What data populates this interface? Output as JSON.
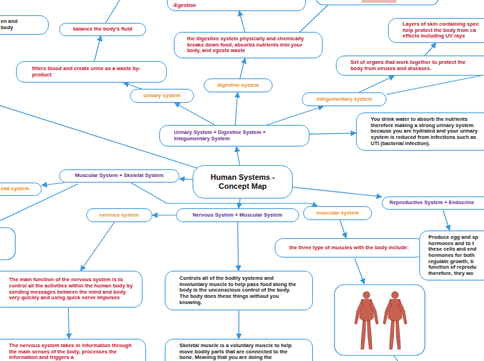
{
  "diagram": {
    "nodes": [
      {
        "text": [
          "-Egestion"
        ]
      },
      {
        "text": [
          "en and body"
        ]
      },
      {
        "text": [
          "balance the body's fluid"
        ]
      },
      {
        "text": [
          "Layers of skin containing spec help protect the body from ca effects including UV rays"
        ]
      },
      {
        "text": [
          "the digestive system physically and chemically breaks down food, absorbs nutrients into your body, and egests waste"
        ]
      },
      {
        "text": [
          "Set of organs that work together to protect the body from viruses and diseases."
        ]
      },
      {
        "text": [
          "filters blood and create urine as a waste by-product"
        ]
      },
      {
        "text": [
          "digestive system"
        ]
      },
      {
        "text": [
          "urinary system"
        ]
      },
      {
        "text": [
          "integumentary system"
        ]
      },
      {
        "text": [
          "You drink water to absorb the nutrients therefore making a strong urinary system because you are hydrated and your urinary system is reduced from infections such as UTI (bacterial infection)."
        ]
      },
      {
        "text": [
          "Urinary System + Digestive System + Integumentary System"
        ]
      },
      {
        "text": [
          "Human Systems - Concept Map"
        ]
      },
      {
        "text": [
          "Muscular System + Skeletal System"
        ]
      },
      {
        "text": [
          "etal system"
        ]
      },
      {
        "text": [
          "Reproductive System + Endocrine"
        ]
      },
      {
        "text": [
          "nervous system"
        ]
      },
      {
        "text": [
          "Nervous System + Muscular System"
        ]
      },
      {
        "text": [
          "muscular system"
        ]
      },
      {
        "text": [
          "the three type of muscles with the body include:"
        ]
      },
      {
        "text": [
          "Produce egg and sp hormones and to t these cells and end hormones for both regulate growth, b function of reprodu therefore, they wo"
        ]
      },
      {
        "text": [
          "The main function of the nervous system is to control all the activities within the human body by sending messages between the mind and body very quickly and using quick nerve impulses"
        ]
      },
      {
        "text": [
          "Controls all of the bodily systems and involuntary muscle to help pass food along the body is the unconscious control of the body. The body does these things without you knowing."
        ]
      },
      {
        "text": [
          "The nervous system takes in information through the main senses of the body, processes the information and triggers a"
        ]
      },
      {
        "text": [
          "Skeletal muscle is a voluntary muscle to help move bodily parts that are connected to the bone. Meaning that you are doing the"
        ]
      }
    ],
    "edges": [
      {
        "from": 12,
        "to": 11,
        "arrow": "to"
      },
      {
        "from": 12,
        "to": 13,
        "arrow": "to"
      },
      {
        "from": 12,
        "to": 17,
        "arrow": "to"
      },
      {
        "from": 12,
        "to": 15,
        "arrow": "to"
      },
      {
        "from": 11,
        "to": 7,
        "arrow": "to"
      },
      {
        "from": 11,
        "to": 8,
        "arrow": "to"
      },
      {
        "from": 11,
        "to": 9,
        "arrow": "to"
      },
      {
        "from": 11,
        "to": 10,
        "arrow": "to"
      },
      {
        "from": 7,
        "to": 4,
        "arrow": "to"
      },
      {
        "from": 4,
        "to": 0,
        "arrow": "to"
      },
      {
        "from": 8,
        "to": 6,
        "arrow": "to"
      },
      {
        "from": 6,
        "to": 2,
        "arrow": "to"
      },
      {
        "from": 9,
        "to": 5,
        "arrow": "to"
      },
      {
        "from": 5,
        "to": 3,
        "arrow": "to"
      },
      {
        "from": 13,
        "to": 14,
        "arrow": "to"
      },
      {
        "from": 13,
        "to": 18,
        "arrow": "to"
      },
      {
        "from": 17,
        "to": 16,
        "arrow": "to"
      },
      {
        "from": 17,
        "to": 22,
        "arrow": "to"
      },
      {
        "from": 16,
        "to": 21,
        "arrow": "to"
      },
      {
        "from": 21,
        "to": 23,
        "arrow": "to"
      },
      {
        "from": 22,
        "to": 24,
        "arrow": "to"
      },
      {
        "from": 18,
        "to": 19,
        "arrow": "to"
      },
      {
        "from": 15,
        "to": 20,
        "arrow": "to"
      }
    ]
  }
}
